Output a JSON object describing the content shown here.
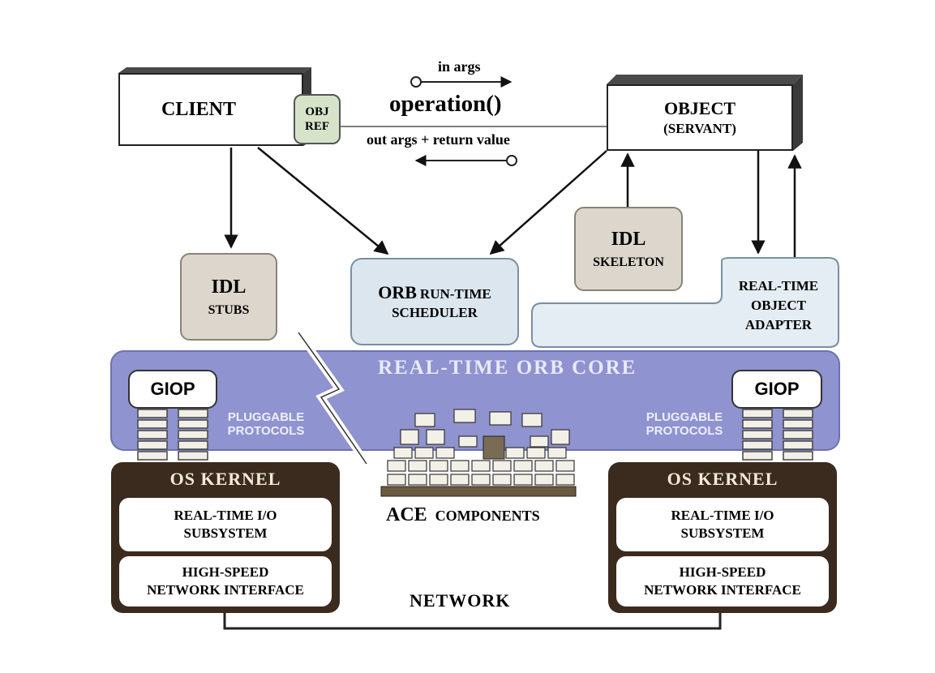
{
  "client": {
    "label": "CLIENT",
    "objref_line1": "OBJ",
    "objref_line2": "REF"
  },
  "operation": {
    "in_args": "in args",
    "name": "operation()",
    "out_args": "out args + return value"
  },
  "object": {
    "line1": "OBJECT",
    "line2": "(SERVANT)"
  },
  "idl_stubs": {
    "title": "IDL",
    "subtitle": "STUBS"
  },
  "orb_scheduler": {
    "line1_big": "ORB",
    "line1_small": "RUN-TIME",
    "line2": "SCHEDULER"
  },
  "idl_skeleton": {
    "title": "IDL",
    "subtitle": "SKELETON"
  },
  "object_adapter": {
    "line1": "REAL-TIME",
    "line2": "OBJECT",
    "line3": "ADAPTER"
  },
  "orb_core": {
    "label": "REAL-TIME ORB CORE"
  },
  "left_stack": {
    "giop": "GIOP",
    "pluggable_line1": "PLUGGABLE",
    "pluggable_line2": "PROTOCOLS",
    "os_kernel": "OS KERNEL",
    "io_line1": "REAL-TIME I/O",
    "io_line2": "SUBSYSTEM",
    "net_line1": "HIGH-SPEED",
    "net_line2": "NETWORK INTERFACE"
  },
  "right_stack": {
    "giop": "GIOP",
    "pluggable_line1": "PLUGGABLE",
    "pluggable_line2": "PROTOCOLS",
    "os_kernel": "OS KERNEL",
    "io_line1": "REAL-TIME I/O",
    "io_line2": "SUBSYSTEM",
    "net_line1": "HIGH-SPEED",
    "net_line2": "NETWORK INTERFACE"
  },
  "ace": {
    "big": "ACE",
    "small": "COMPONENTS"
  },
  "network": {
    "label": "NETWORK"
  },
  "colors": {
    "orb_core_fill": "#8f93cf",
    "orb_core_text": "#e9ebff",
    "kernel_fill": "#3b2a1e",
    "kernel_text": "#f3ead8",
    "idl_fill": "#ddd6cc",
    "scheduler_fill": "#dbe6ee",
    "adapter_fill": "#e4edf3",
    "objref_fill": "#d6e3c9"
  }
}
